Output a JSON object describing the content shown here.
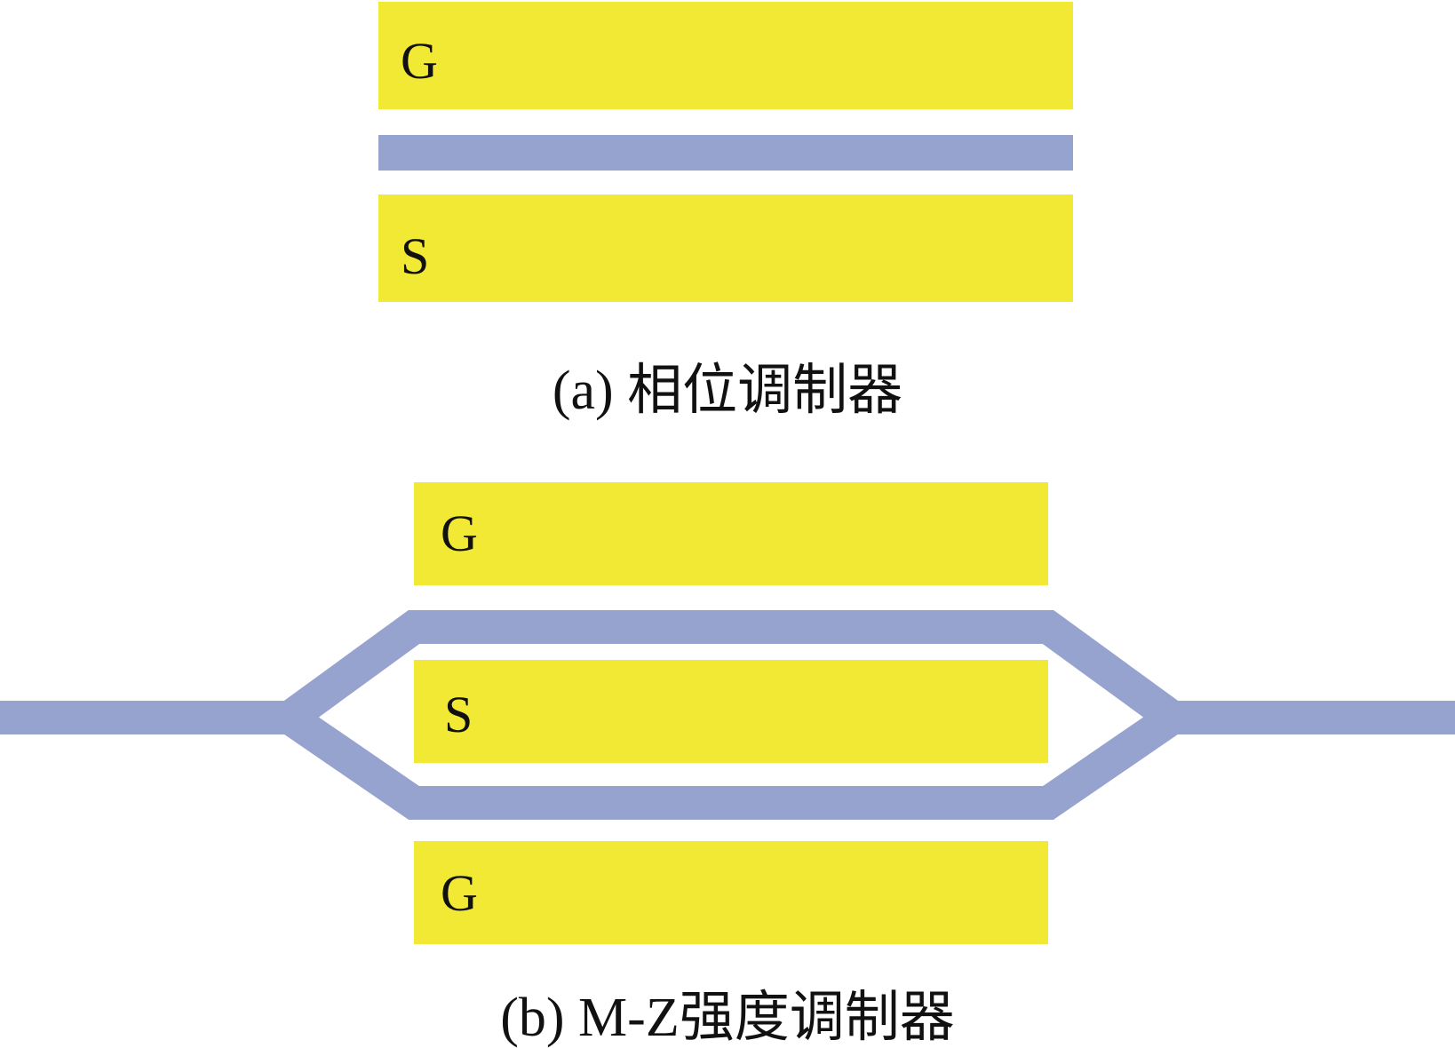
{
  "colors": {
    "electrode": "#f2e935",
    "waveguide": "#97a3cf",
    "background": "#ffffff",
    "text": "#111111"
  },
  "panel_a": {
    "electrodes": {
      "top_label": "G",
      "bottom_label": "S"
    },
    "caption": "(a) 相位调制器"
  },
  "panel_b": {
    "electrodes": {
      "top_label": "G",
      "middle_label": "S",
      "bottom_label": "G"
    },
    "caption": "(b) M-Z强度调制器"
  }
}
